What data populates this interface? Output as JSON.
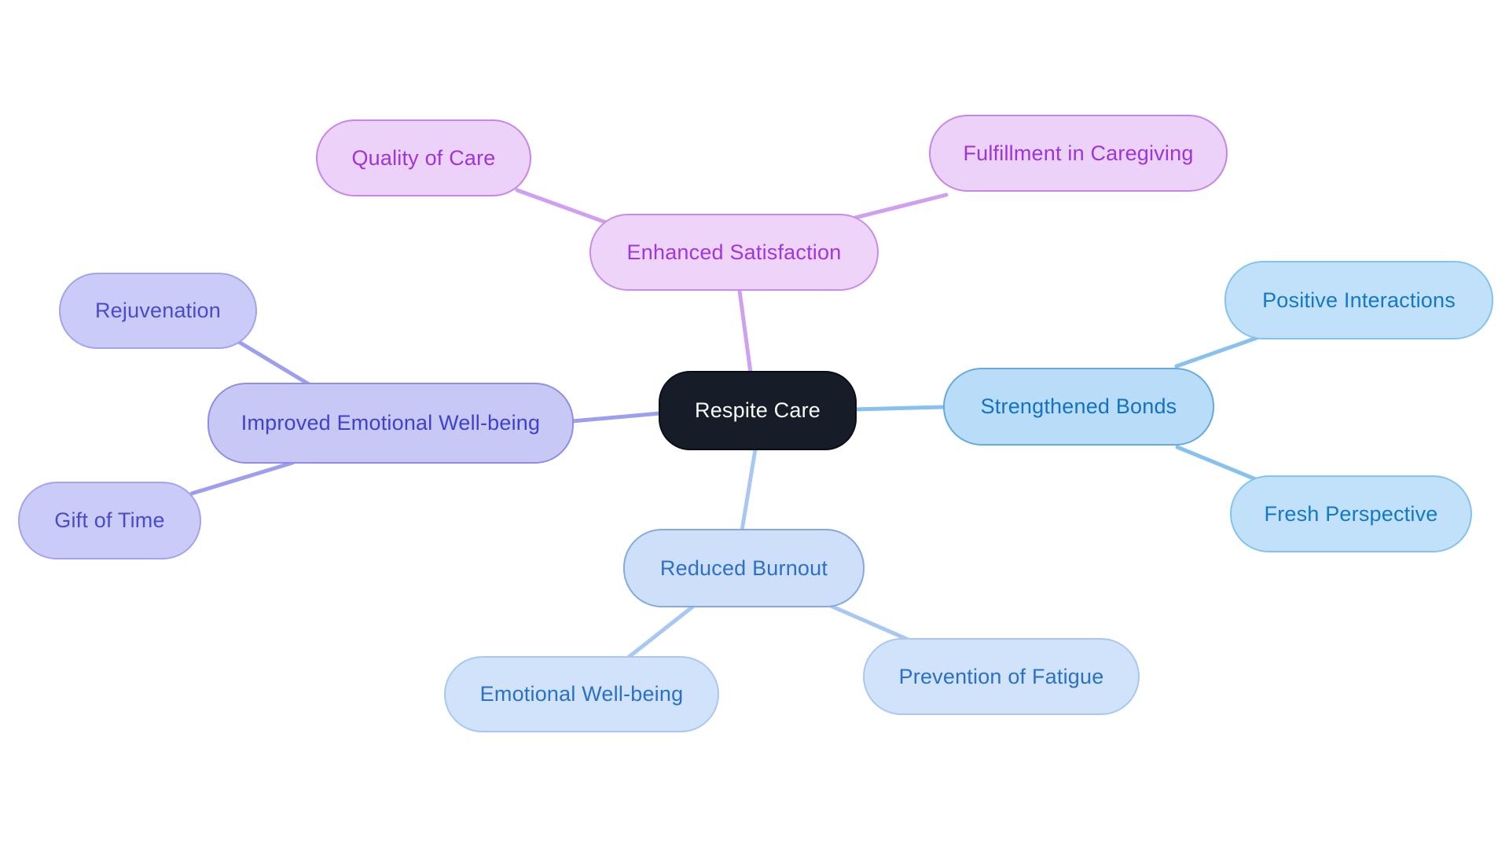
{
  "diagram": {
    "type": "mindmap",
    "root": {
      "label": "Respite Care"
    },
    "branches": [
      {
        "label": "Enhanced Satisfaction",
        "color_family": "purple",
        "children": [
          {
            "label": "Quality of Care"
          },
          {
            "label": "Fulfillment in Caregiving"
          }
        ]
      },
      {
        "label": "Improved Emotional Well-being",
        "color_family": "lavender",
        "children": [
          {
            "label": "Rejuvenation"
          },
          {
            "label": "Gift of Time"
          }
        ]
      },
      {
        "label": "Strengthened Bonds",
        "color_family": "blue",
        "children": [
          {
            "label": "Positive Interactions"
          },
          {
            "label": "Fresh Perspective"
          }
        ]
      },
      {
        "label": "Reduced Burnout",
        "color_family": "pale-blue",
        "children": [
          {
            "label": "Emotional Well-being"
          },
          {
            "label": "Prevention of Fatigue"
          }
        ]
      }
    ]
  },
  "colors": {
    "background": "#ffffff",
    "root_fill": "#161d29",
    "root_text": "#fafbfc",
    "purple_fill": "#eed4f9",
    "purple_border": "#c98cec",
    "purple_text": "#a136de",
    "purple_edge": "#cfa0f1",
    "lavender_fill": "#c8c8f5",
    "lavender_border": "#8e8ee9",
    "lavender_text": "#4040d0",
    "lavender_edge": "#9e9eee",
    "blue_fill": "#b9ddf9",
    "blue_border": "#65a9de",
    "blue_text": "#1272c3",
    "blue_edge": "#87c1ee",
    "paleblue_fill": "#cee0f9",
    "paleblue_border": "#84a9e2",
    "paleblue_text": "#2e6fc9",
    "paleblue_edge": "#a8c7f1"
  }
}
